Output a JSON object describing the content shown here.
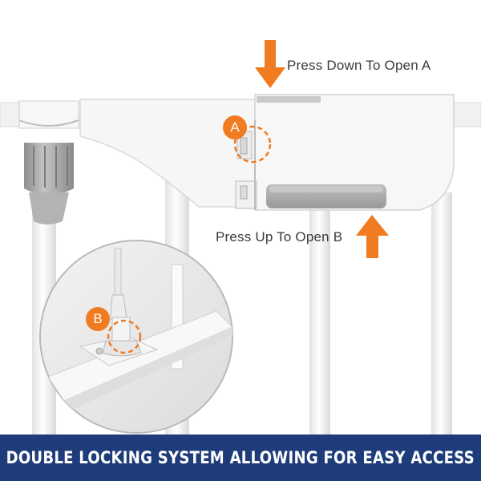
{
  "callouts": {
    "a": {
      "text": "Press Down To Open A",
      "marker": "A",
      "arrow": "down-arrow-icon"
    },
    "b": {
      "text": "Press Up To Open B",
      "marker": "B",
      "arrow": "up-arrow-icon"
    }
  },
  "banner": {
    "text": "DOUBLE LOCKING SYSTEM ALLOWING FOR EASY ACCESS"
  },
  "colors": {
    "accent": "#f07b21",
    "banner_bg": "#1f3c7a",
    "gate_white": "#f4f4f4",
    "handle_grey": "#a8a8a8",
    "text": "#3a3a3a"
  }
}
